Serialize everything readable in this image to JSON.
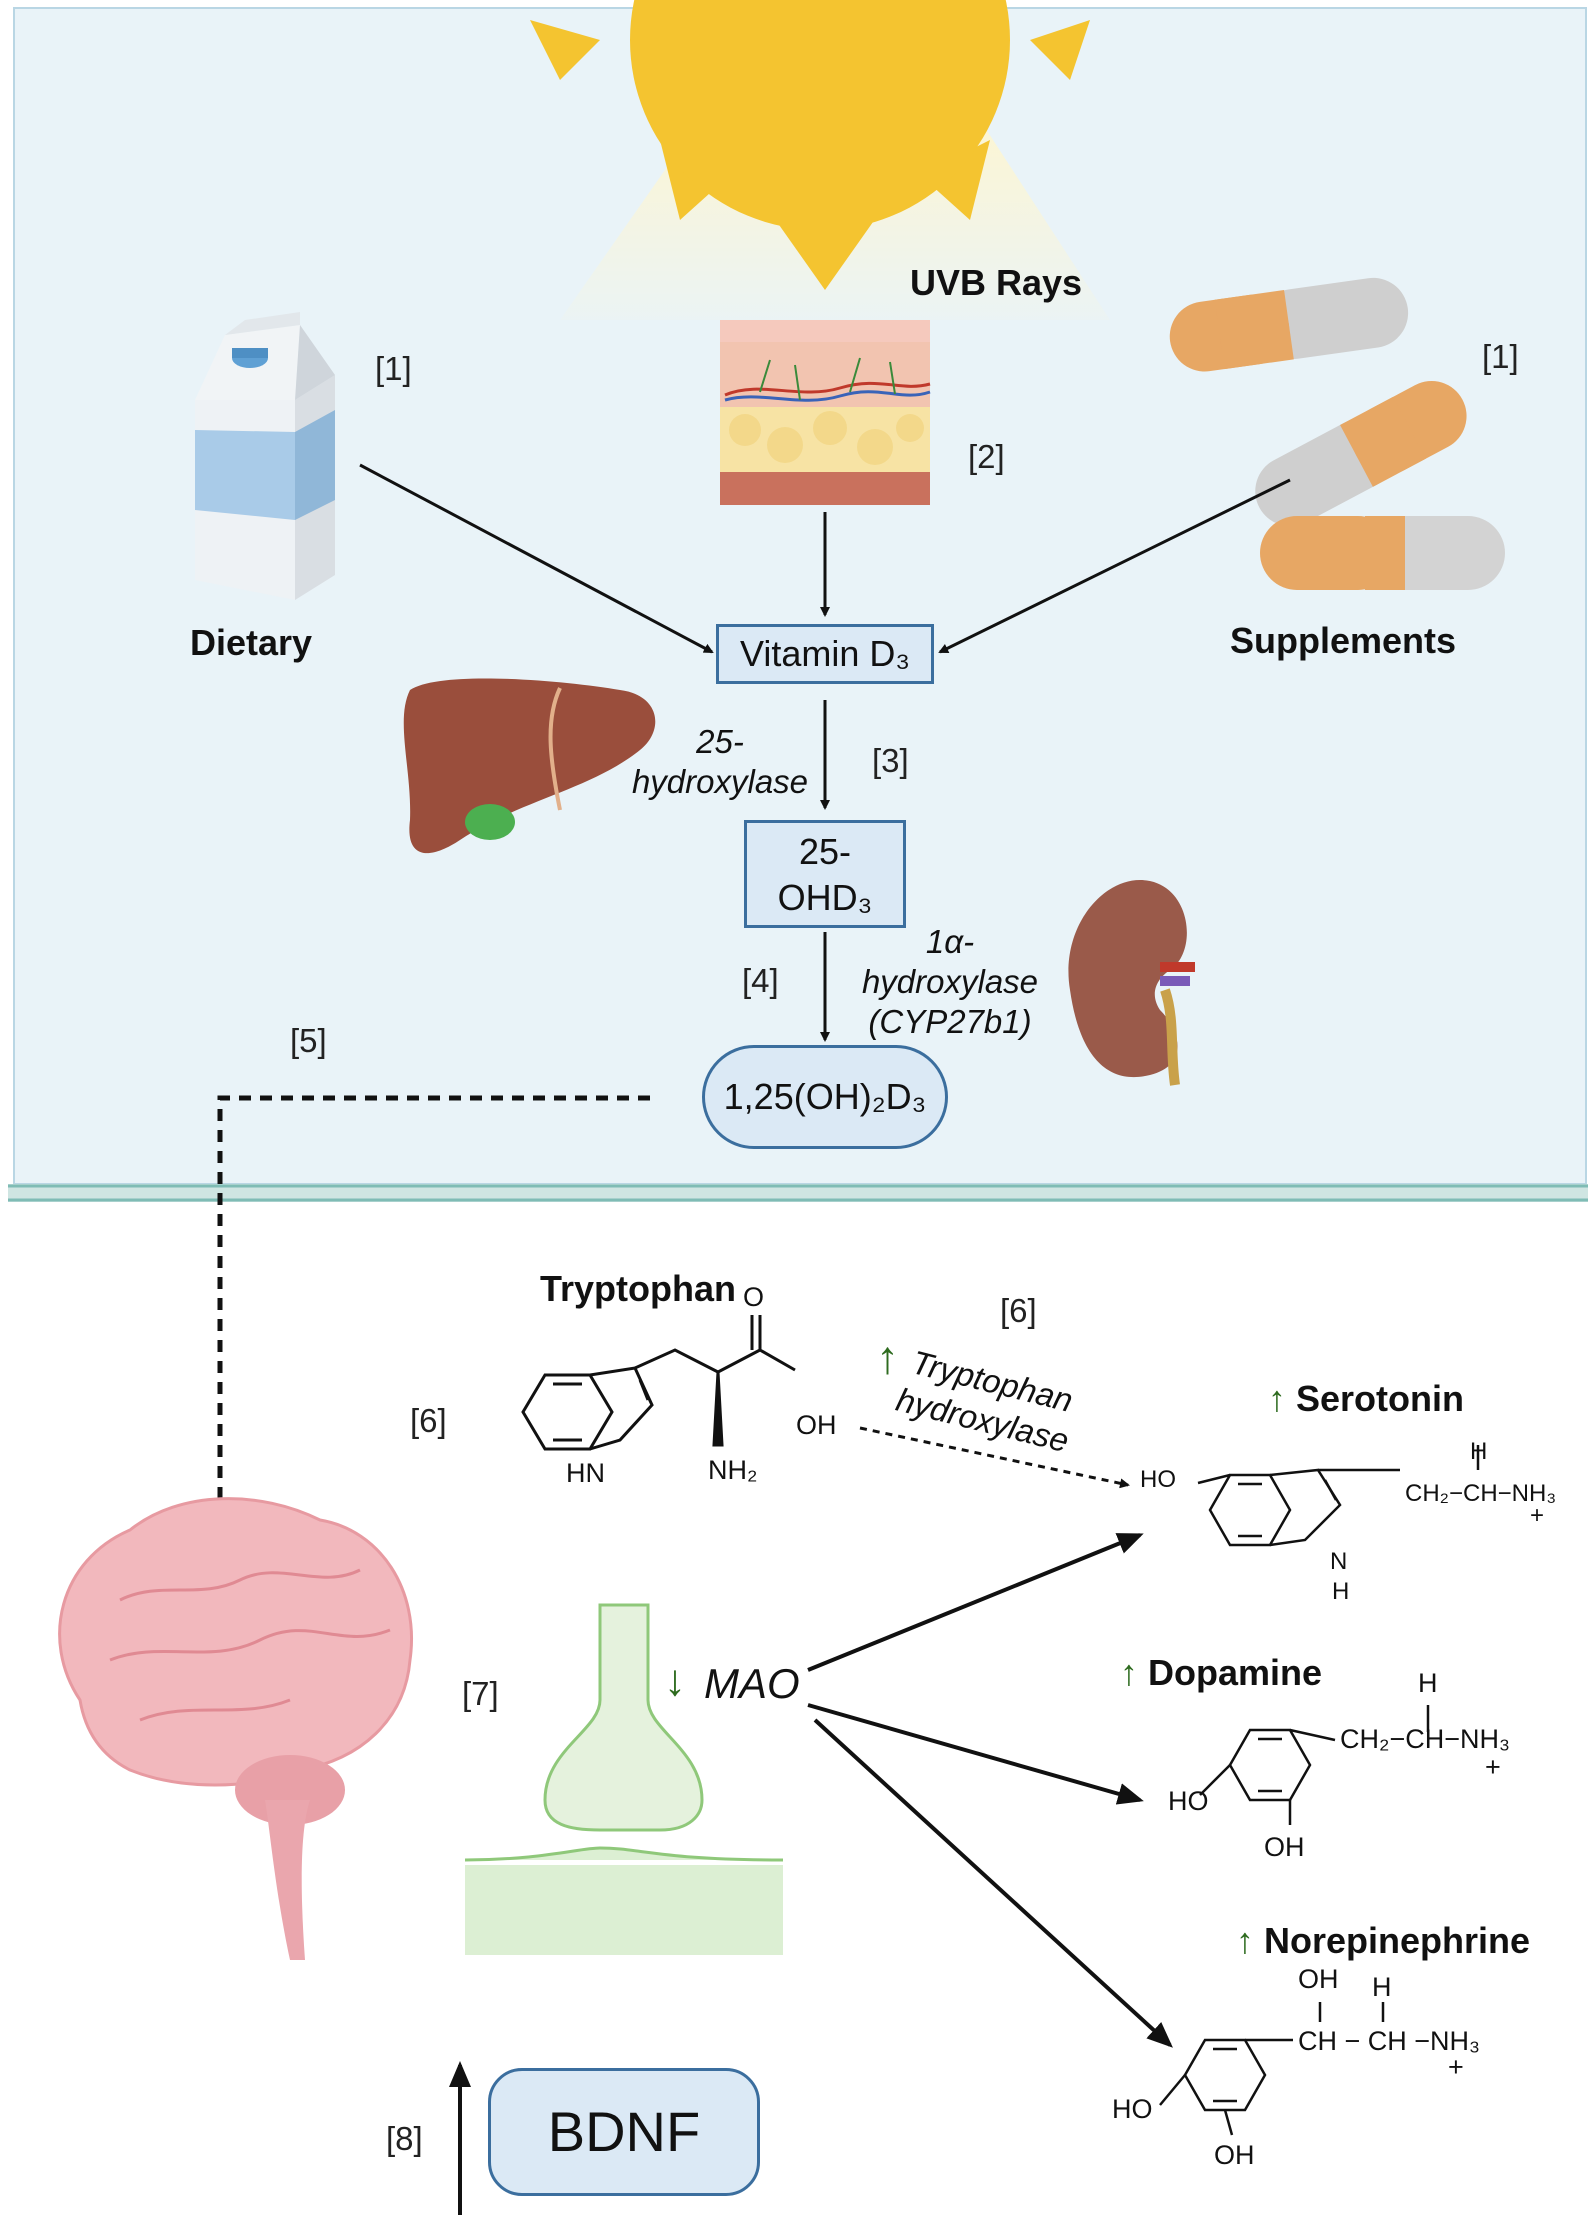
{
  "top": {
    "uvb_label": "UVB Rays",
    "ref_dietary": "[1]",
    "ref_skin": "[2]",
    "ref_supplements": "[1]",
    "dietary_label": "Dietary",
    "supplements_label": "Supplements",
    "vitamin_d3_box": "Vitamin D₃",
    "enzyme_25": "25-\nhydroxylase",
    "ref_25": "[3]",
    "box_25ohd3": "25-\nOHD₃",
    "enzyme_1a": "1α-\nhydroxylase\n(CYP27b1)",
    "ref_1a": "[4]",
    "box_active": "1,25(OH)₂D₃",
    "ref_brain": "[5]"
  },
  "bottom": {
    "tryptophan_title": "Tryptophan",
    "ref_trp_left": "[6]",
    "ref_trp_top": "[6]",
    "enzyme_th": "Tryptophan\nhydroxylase",
    "serotonin": "Serotonin",
    "dopamine": "Dopamine",
    "norepinephrine": "Norepinephrine",
    "mao": "MAO",
    "ref_mao": "[7]",
    "ref_bdnf": "[8]",
    "bdnf": "BDNF",
    "up_arrow": "↑",
    "down_arrow": "↓"
  },
  "structures": {
    "trp_o": "O",
    "trp_oh": "OH",
    "trp_nh2": "NH₂",
    "trp_hn": "HN",
    "ser_ho": "HO",
    "ser_h": "H",
    "ser_chain": "CH₂−CH−NH₃",
    "ser_plus": "+",
    "ser_nh": "N",
    "ser_nh_h": "H",
    "dop_h": "H",
    "dop_chain": "CH₂−CH−NH₃",
    "dop_plus": "+",
    "dop_ho": "HO",
    "dop_oh": "OH",
    "ne_oh_top": "OH",
    "ne_h": "H",
    "ne_chain": "CH − CH −NH₃",
    "ne_plus": "+",
    "ne_ho": "HO",
    "ne_oh": "OH"
  },
  "colors": {
    "top_panel_bg": "#e9f3f8",
    "box_border": "#3b6e9e",
    "box_fill": "#dbe9f5",
    "sun": "#f4c430",
    "increase_arrow": "#2e6b1f",
    "synapse": "#8fc87a"
  }
}
